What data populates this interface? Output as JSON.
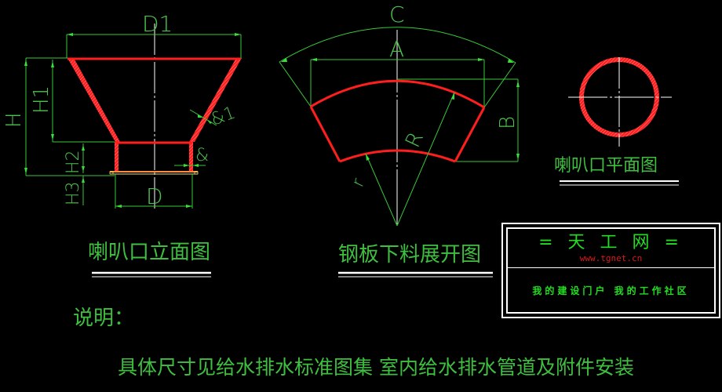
{
  "drawing": {
    "background": "#000000",
    "colors": {
      "dimension": "#39c839",
      "outline": "#ff1e1e",
      "centerline": "#ffffff",
      "label": "#3fbf3f",
      "url": "#e01818"
    },
    "elevation_view": {
      "title": "喇叭口立面图",
      "dims": {
        "top_width": "D1",
        "bottom_width": "D",
        "total_height": "H",
        "cone_height": "H1",
        "neck_height": "H2",
        "flange_height": "H3",
        "cone_thickness": "&1",
        "neck_thickness": "&"
      }
    },
    "development_view": {
      "title": "钢板下料展开图",
      "dims": {
        "arc_length": "C",
        "chord": "A",
        "height": "B",
        "outer_radius": "R",
        "inner_radius": "r"
      }
    },
    "plan_view": {
      "title": "喇叭口平面图"
    },
    "notes": {
      "label": "说明：",
      "text": "具体尺寸见给水排水标准图集   室内给水排水管道及附件安装"
    },
    "logo": {
      "title": "= 天 工 网 =",
      "url": "www.tgnet.cn",
      "slogan": "我的建设门户 我的工作社区"
    }
  }
}
